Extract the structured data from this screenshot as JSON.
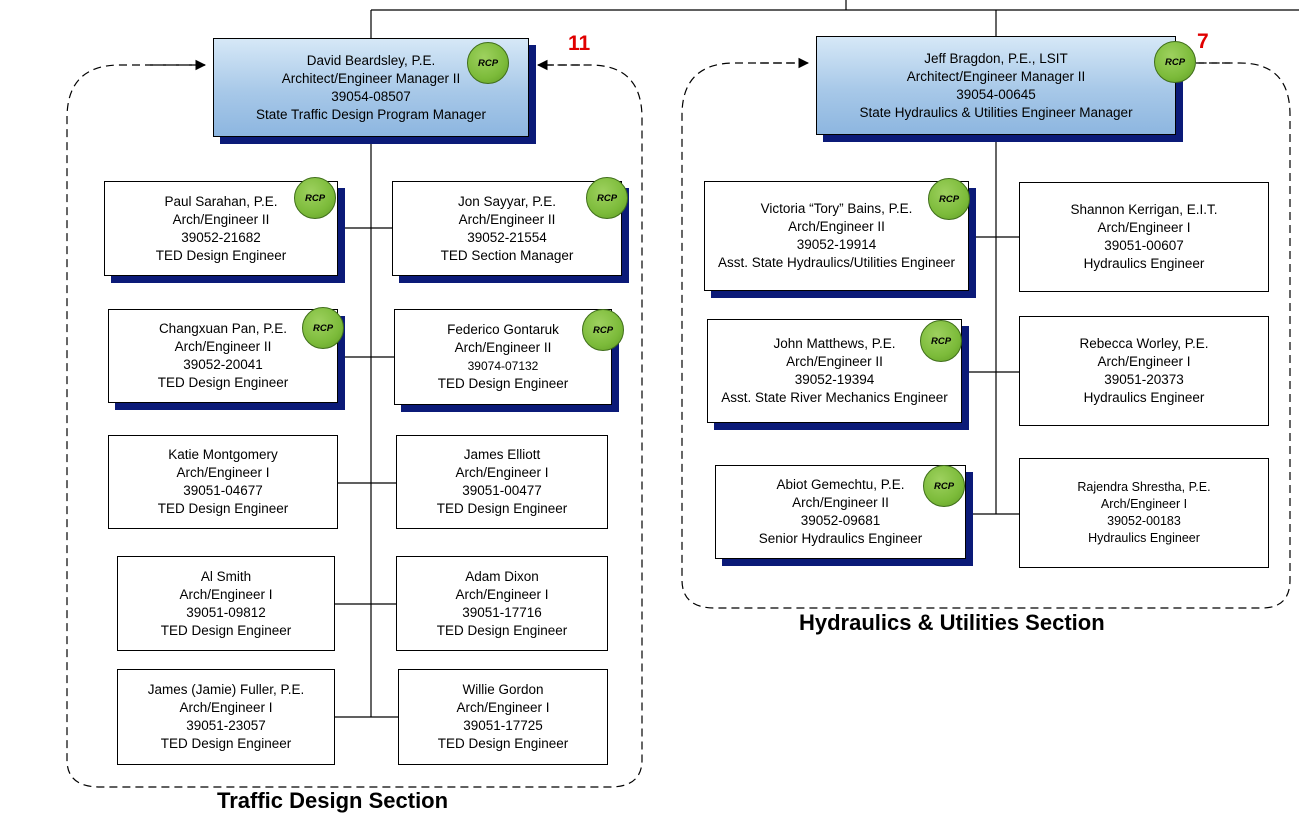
{
  "traffic_section": {
    "title": "Traffic Design Section",
    "count": "11",
    "manager": {
      "name": "David Beardsley, P.E.",
      "title": "Architect/Engineer Manager II",
      "id": "39054-08507",
      "role": "State Traffic  Design Program Manager",
      "badge": "RCP"
    },
    "left": [
      {
        "name": "Paul Sarahan, P.E.",
        "title": "Arch/Engineer II",
        "id": "39052-21682",
        "role": "TED Design Engineer",
        "badge": "RCP"
      },
      {
        "name": "Changxuan Pan, P.E.",
        "title": "Arch/Engineer II",
        "id": "39052-20041",
        "role": "TED Design Engineer",
        "badge": "RCP"
      },
      {
        "name": "Katie Montgomery",
        "title": "Arch/Engineer I",
        "id": "39051-04677",
        "role": "TED Design Engineer"
      },
      {
        "name": "Al Smith",
        "title": "Arch/Engineer I",
        "id": "39051-09812",
        "role": "TED Design Engineer"
      },
      {
        "name": "James (Jamie) Fuller, P.E.",
        "title": "Arch/Engineer I",
        "id": "39051-23057",
        "role": "TED Design Engineer"
      }
    ],
    "right": [
      {
        "name": "Jon Sayyar, P.E.",
        "title": "Arch/Engineer II",
        "id": "39052-21554",
        "role": "TED Section Manager",
        "badge": "RCP"
      },
      {
        "name": "Federico Gontaruk",
        "title": "Arch/Engineer II",
        "id": "39074-07132",
        "role": "TED Design Engineer",
        "badge": "RCP"
      },
      {
        "name": "James Elliott",
        "title": "Arch/Engineer I",
        "id": "39051-00477",
        "role": "TED Design Engineer"
      },
      {
        "name": "Adam Dixon",
        "title": "Arch/Engineer I",
        "id": "39051-17716",
        "role": "TED Design Engineer"
      },
      {
        "name": "Willie Gordon",
        "title": "Arch/Engineer I",
        "id": "39051-17725",
        "role": "TED Design Engineer"
      }
    ]
  },
  "hydraulics_section": {
    "title": "Hydraulics & Utilities  Section",
    "count": "7",
    "manager": {
      "name": "Jeff Bragdon, P.E., LSIT",
      "title": "Architect/Engineer Manager II",
      "id": "39054-00645",
      "role": "State Hydraulics & Utilities Engineer Manager",
      "badge": "RCP"
    },
    "left": [
      {
        "name": "Victoria “Tory” Bains, P.E.",
        "title": "Arch/Engineer II",
        "id": "39052-19914",
        "role": "Asst. State Hydraulics/Utilities Engineer",
        "badge": "RCP"
      },
      {
        "name": "John Matthews, P.E.",
        "title": "Arch/Engineer II",
        "id": "39052-19394",
        "role": "Asst. State River Mechanics Engineer",
        "badge": "RCP"
      },
      {
        "name": "Abiot Gemechtu, P.E.",
        "title": "Arch/Engineer II",
        "id": "39052-09681",
        "role": "Senior Hydraulics Engineer",
        "badge": "RCP"
      }
    ],
    "right": [
      {
        "name": "Shannon Kerrigan, E.I.T.",
        "title": "Arch/Engineer I",
        "id": "39051-00607",
        "role": "Hydraulics Engineer"
      },
      {
        "name": "Rebecca Worley, P.E.",
        "title": "Arch/Engineer I",
        "id": "39051-20373",
        "role": "Hydraulics Engineer"
      },
      {
        "name": "Rajendra Shrestha, P.E.",
        "title": "Arch/Engineer I",
        "id": "39052-00183",
        "role": "Hydraulics Engineer"
      }
    ]
  },
  "colors": {
    "shadow": "#0b1a78",
    "badge_green": "#7cbb3a",
    "count_red": "#e00000"
  }
}
